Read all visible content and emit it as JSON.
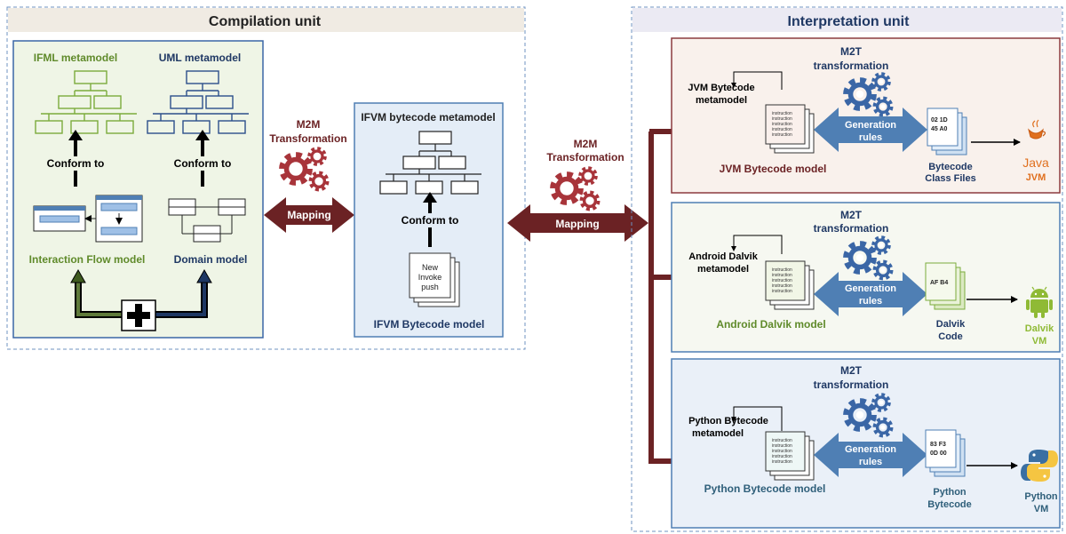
{
  "compilation_unit": {
    "title": "Compilation unit",
    "ifml_metamodel": "IFML metamodel",
    "uml_metamodel": "UML metamodel",
    "conform_to_left": "Conform to",
    "conform_to_right": "Conform to",
    "interaction_flow_model": "Interaction Flow model",
    "domain_model": "Domain model"
  },
  "m2m_left": {
    "line1": "M2M",
    "line2": "Transformation",
    "mapping": "Mapping"
  },
  "ifvm": {
    "metamodel_title": "IFVM bytecode metamodel",
    "conform_to": "Conform to",
    "doc_lines": [
      "New",
      "Invoke",
      "push"
    ],
    "model_title": "IFVM Bytecode model"
  },
  "m2m_right": {
    "line1": "M2M",
    "line2": "Transformation",
    "mapping": "Mapping"
  },
  "interpretation_unit": {
    "title": "Interpretation unit",
    "instruction_word": "instruction",
    "generation_line1": "Generation",
    "generation_line2": "rules",
    "m2t_line1": "M2T",
    "m2t_line2": "transformation",
    "jvm": {
      "metamodel_line1": "JVM Bytecode",
      "metamodel_line2": "metamodel",
      "model": "JVM Bytecode model",
      "code_lines": [
        "02 1D",
        "45 A0"
      ],
      "output_line1": "Bytecode",
      "output_line2": "Class Files",
      "java_logo_text": "Java",
      "vm_label": "JVM"
    },
    "dalvik": {
      "metamodel_line1": "Android Dalvik",
      "metamodel_line2": "metamodel",
      "model": "Android Dalvik model",
      "code_lines": [
        "AF B4"
      ],
      "output_line1": "Dalvik",
      "output_line2": "Code",
      "vm_line1": "Dalvik",
      "vm_line2": "VM"
    },
    "python": {
      "metamodel_line1": "Python Bytecode",
      "metamodel_line2": "metamodel",
      "model": "Python Bytecode model",
      "code_lines": [
        "83 F3",
        "0D 00"
      ],
      "output_line1": "Python",
      "output_line2": "Bytecode",
      "vm_line1": "Python",
      "vm_line2": "VM"
    }
  },
  "colors": {
    "green": "#5f8a2a",
    "navy": "#1f3864",
    "maroon": "#6b2224",
    "steel_blue": "#4f7fb4",
    "orange": "#e0701f",
    "dalvik_green": "#8fba35",
    "python_teal": "#2f5f7a"
  }
}
